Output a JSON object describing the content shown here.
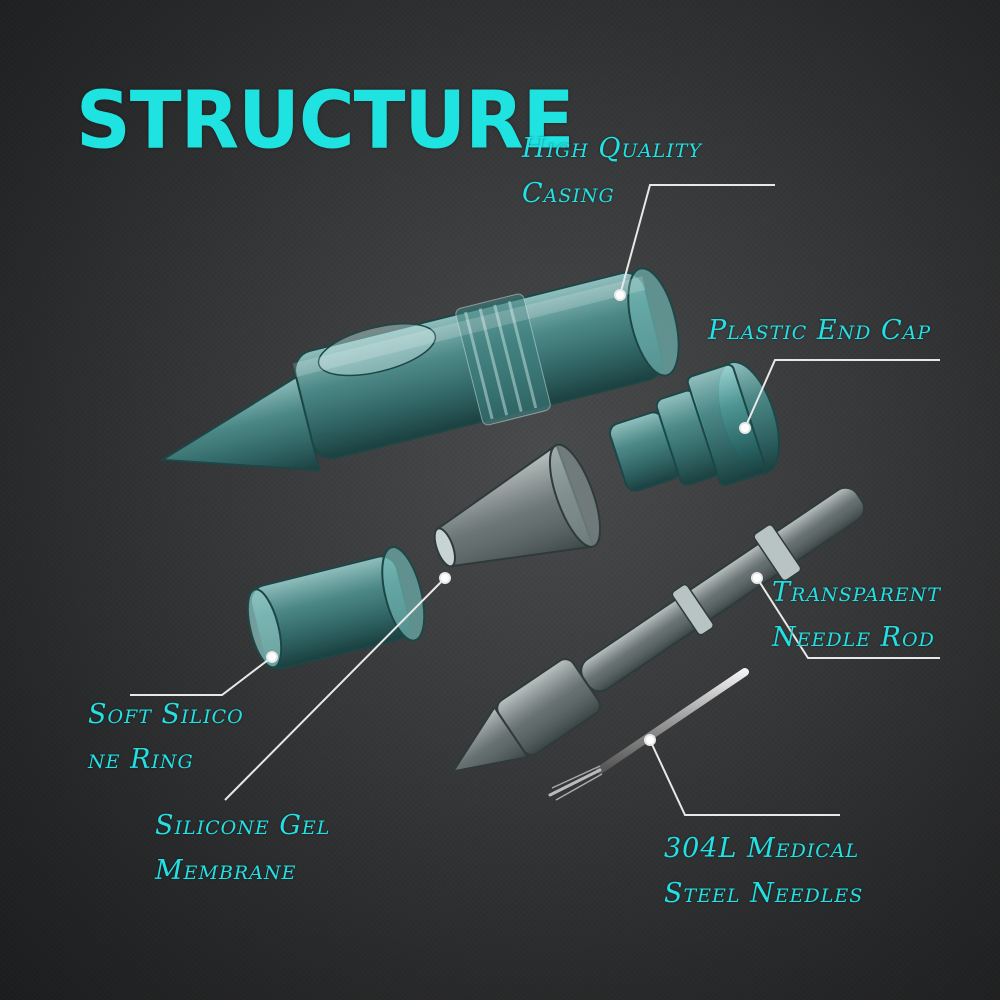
{
  "title": "STRUCTURE",
  "colors": {
    "accent": "#1fe3e1",
    "background": "#2e2f30",
    "parts": "#5fa3a3",
    "leader": "#e8e8e8"
  },
  "labels": {
    "casing": [
      "High Quality",
      "Casing"
    ],
    "end_cap": [
      "Plastic End Cap"
    ],
    "needle_rod": [
      "Transparent",
      "Needle Rod"
    ],
    "silicone_ring": [
      "Soft Silico",
      "ne Ring"
    ],
    "gel_membrane": [
      "Silicone Gel",
      "Membrane"
    ],
    "needles": [
      "304L Medical",
      "Steel Needles"
    ]
  }
}
